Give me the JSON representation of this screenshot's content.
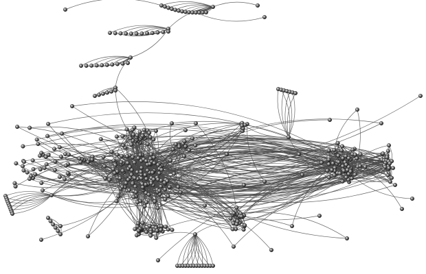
{
  "graph": {
    "type": "network",
    "node_style": "shaded-sphere",
    "edge_style": "curved",
    "labels": [],
    "colors": {
      "background": "#ffffff",
      "edge": "#4a4a4a",
      "node_fill": "#5a5a5a",
      "node_highlight": "#e8e8e8",
      "node_outline": "#1a1a1a"
    }
  }
}
